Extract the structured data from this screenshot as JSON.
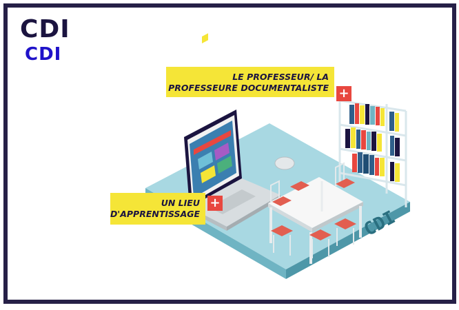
{
  "logo": {
    "line1": "CDI",
    "line2": "CDI"
  },
  "callouts": {
    "professeur": {
      "text": "LE PROFESSEUR/ LA PROFESSEURE DOCUMENTALISTE",
      "icon": "plus-icon"
    },
    "lieu": {
      "text": "UN LIEU D'APPRENTISSAGE",
      "icon": "plus-icon"
    }
  },
  "room_sign": "CDI",
  "colors": {
    "frame": "#262047",
    "callout": "#f5e537",
    "plus": "#e8473f",
    "floor": "#9fd3dd",
    "title_blue": "#1f12c9"
  }
}
